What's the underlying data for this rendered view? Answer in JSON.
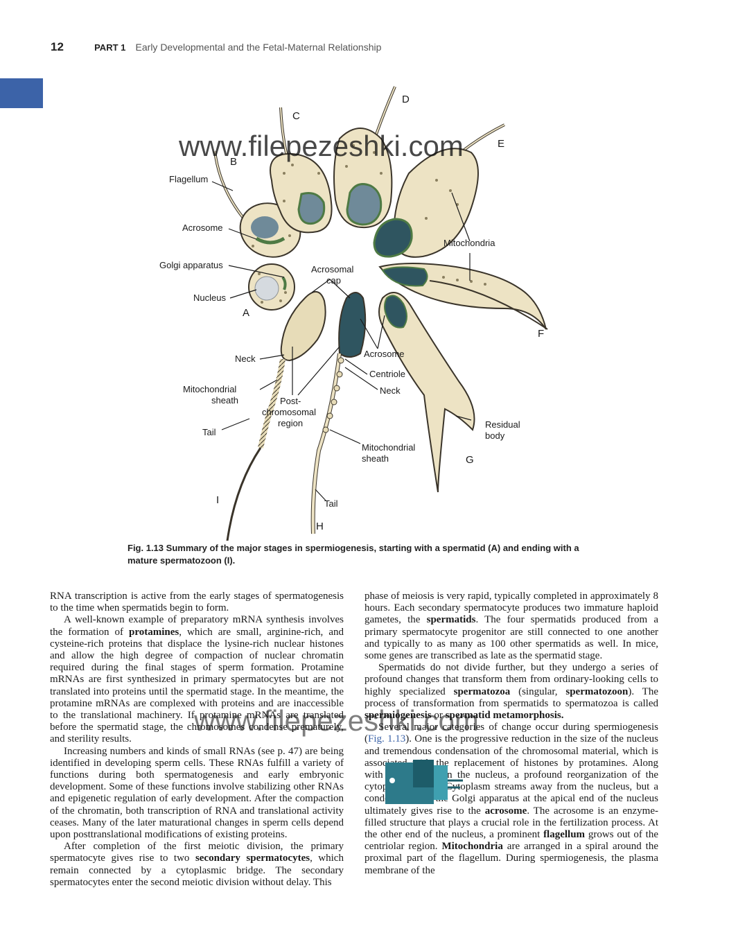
{
  "header": {
    "page_number": "12",
    "part_label": "PART 1",
    "part_title": "Early Developmental and the Fetal-Maternal Relationship"
  },
  "watermark": "www.filepezeshki.com",
  "figure": {
    "stage_labels": [
      "A",
      "B",
      "C",
      "D",
      "E",
      "F",
      "G",
      "H",
      "I"
    ],
    "labels": {
      "flagellum": "Flagellum",
      "acrosome_b": "Acrosome",
      "golgi": "Golgi apparatus",
      "nucleus": "Nucleus",
      "acrosomal_cap_1": "Acrosomal",
      "acrosomal_cap_2": "cap",
      "mitochondria": "Mitochondria",
      "neck_i": "Neck",
      "mito_sheath_i_1": "Mitochondrial",
      "mito_sheath_i_2": "sheath",
      "tail_i": "Tail",
      "postchrom_1": "Post-",
      "postchrom_2": "chromosomal",
      "postchrom_3": "region",
      "acrosome_h": "Acrosome",
      "centriole": "Centriole",
      "neck_h": "Neck",
      "mito_sheath_h_1": "Mitochondrial",
      "mito_sheath_h_2": "sheath",
      "tail_h": "Tail",
      "residual_1": "Residual",
      "residual_2": "body"
    },
    "colors": {
      "cytoplasm": "#ede3c4",
      "nucleus_dark": "#2f5560",
      "nucleus_mid": "#6f8a99",
      "nucleus_light": "#d5dadf",
      "golgi_green": "#4e7a44",
      "mature_head": "#e7dcb8",
      "outline": "#3a342a"
    }
  },
  "caption": {
    "fig": "Fig. 1.13",
    "text": "Summary of the major stages in spermiogenesis, starting with a spermatid (A) and ending with a mature spermatozoon (I)."
  },
  "body_left": [
    {
      "indent": false,
      "segments": [
        {
          "t": "RNA transcription is active from the early stages of spermatogenesis to the time when spermatids begin to form."
        }
      ]
    },
    {
      "indent": true,
      "segments": [
        {
          "t": "A well-known example of preparatory mRNA synthesis involves the formation of "
        },
        {
          "t": "protamines",
          "b": true
        },
        {
          "t": ", which are small, arginine-rich, and cysteine-rich proteins that displace the lysine-rich nuclear histones and allow the high degree of compaction of nuclear chromatin required during the final stages of sperm formation. Protamine mRNAs are first synthesized in primary spermatocytes but are not translated into proteins until the spermatid stage. In the meantime, the protamine mRNAs are complexed with proteins and are inaccessible to the translational machinery. If protamine mRNAs are translated before the spermatid stage, the chromosomes condense prematurely, and sterility results."
        }
      ]
    },
    {
      "indent": true,
      "segments": [
        {
          "t": "Increasing numbers and kinds of small RNAs (see p. 47) are being identified in developing sperm cells. These RNAs fulfill a variety of functions during both spermatogenesis and early embryonic development. Some of these functions involve stabilizing other RNAs and epigenetic regulation of early development. After the compaction of the chromatin, both transcription of RNA and translational activity ceases. Many of the later maturational changes in sperm cells depend upon posttranslational modifications of existing proteins."
        }
      ]
    },
    {
      "indent": true,
      "segments": [
        {
          "t": "After completion of the first meiotic division, the primary spermatocyte gives rise to two "
        },
        {
          "t": "secondary spermatocytes",
          "b": true
        },
        {
          "t": ", which remain connected by a cytoplasmic bridge. The secondary spermatocytes enter the second meiotic division without delay. This"
        }
      ]
    }
  ],
  "body_right": [
    {
      "indent": false,
      "segments": [
        {
          "t": "phase of meiosis is very rapid, typically completed in approximately 8 hours. Each secondary spermatocyte produces two immature haploid gametes, the "
        },
        {
          "t": "spermatids",
          "b": true
        },
        {
          "t": ". The four spermatids produced from a primary spermatocyte progenitor are still connected to one another and typically to as many as 100 other spermatids as well. In mice, some genes are transcribed as late as the spermatid stage."
        }
      ]
    },
    {
      "indent": true,
      "segments": [
        {
          "t": "Spermatids do not divide further, but they undergo a series of profound changes that transform them from ordinary-looking cells to highly specialized "
        },
        {
          "t": "spermatozoa",
          "b": true
        },
        {
          "t": " (singular, "
        },
        {
          "t": "spermatozoon",
          "b": true
        },
        {
          "t": "). The process of transformation from spermatids to spermatozoa is called "
        },
        {
          "t": "spermiogenesis",
          "b": true
        },
        {
          "t": " or "
        },
        {
          "t": "spermatid metamorphosis.",
          "b": true
        }
      ]
    },
    {
      "indent": true,
      "segments": [
        {
          "t": "Several major categories of change occur during spermiogenesis ("
        },
        {
          "t": "Fig. 1.13",
          "ref": true
        },
        {
          "t": "). One is the progressive reduction in the size of the nucleus and tremendous condensation of the chromosomal material, which is associated with the replacement of histones by protamines. Along with the changes in the nucleus, a profound reorganization of the cytoplasm occurs. Cytoplasm streams away from the nucleus, but a condensation of the Golgi apparatus at the apical end of the nucleus ultimately gives rise to the "
        },
        {
          "t": "acrosome",
          "b": true
        },
        {
          "t": ". The acrosome is an enzyme-filled structure that plays a crucial role in the fertilization process. At the other end of the nucleus, a prominent "
        },
        {
          "t": "flagellum",
          "b": true
        },
        {
          "t": " grows out of the centriolar region. "
        },
        {
          "t": "Mitochondria",
          "b": true
        },
        {
          "t": " are arranged in a spiral around the proximal part of the flagellum. During spermiogenesis, the plasma membrane of the"
        }
      ]
    }
  ]
}
